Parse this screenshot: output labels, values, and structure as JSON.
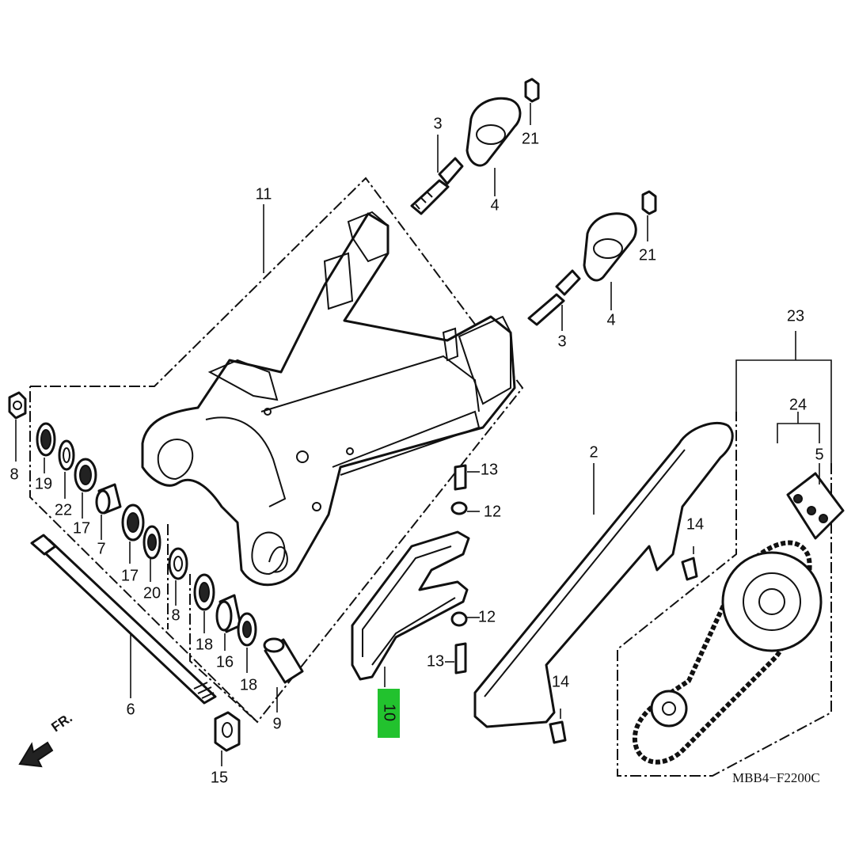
{
  "diagram": {
    "drawing_code": "MBB4−F2200C",
    "direction_label": "FR.",
    "highlight_color": "#22c22e",
    "highlighted_part": "10"
  },
  "parts": {
    "p2": "2",
    "p3a": "3",
    "p3b": "3",
    "p4a": "4",
    "p4b": "4",
    "p5": "5",
    "p6": "6",
    "p7": "7",
    "p8a": "8",
    "p8b": "8",
    "p9": "9",
    "p10": "10",
    "p11": "11",
    "p12a": "12",
    "p12b": "12",
    "p13a": "13",
    "p13b": "13",
    "p14a": "14",
    "p14b": "14",
    "p15": "15",
    "p16": "16",
    "p17a": "17",
    "p17b": "17",
    "p18a": "18",
    "p18b": "18",
    "p19": "19",
    "p20": "20",
    "p21a": "21",
    "p21b": "21",
    "p22": "22",
    "p23": "23",
    "p24": "24"
  }
}
